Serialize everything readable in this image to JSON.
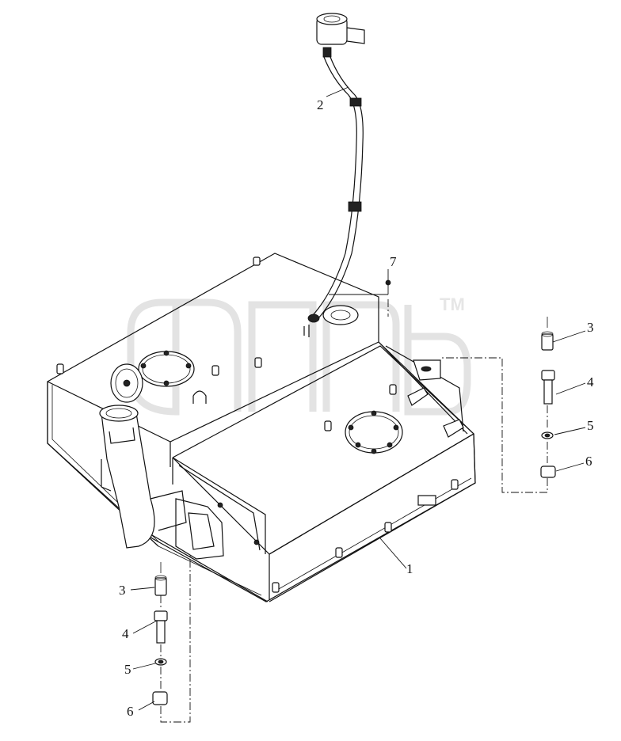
{
  "watermark": {
    "trademark": "TM"
  },
  "callouts": {
    "top": {
      "c2": "2",
      "c7": "7",
      "c1": "1"
    },
    "right": {
      "c3": "3",
      "c4": "4",
      "c5": "5",
      "c6": "6"
    },
    "left": {
      "c3": "3",
      "c4": "4",
      "c5": "5",
      "c6": "6"
    }
  }
}
